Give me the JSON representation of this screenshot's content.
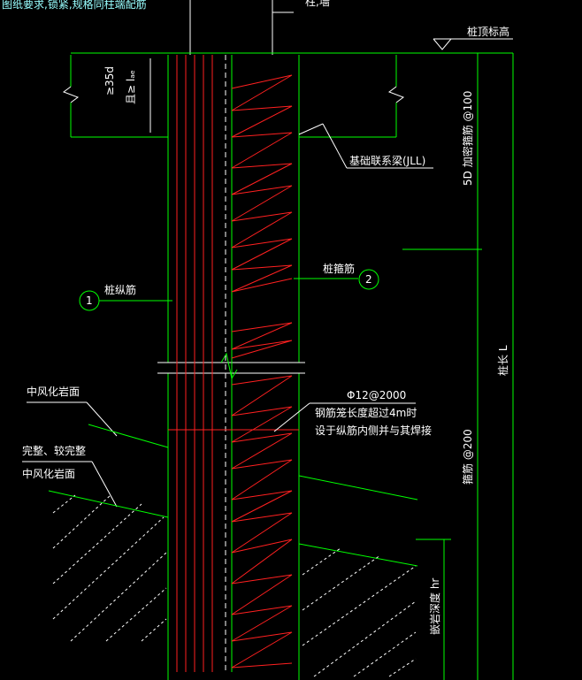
{
  "labels": {
    "top_note": "图纸要求,锁紧,规格同柱端配筋",
    "column_label": "柱,墙",
    "pile_top_elev": "桩顶标高",
    "beam_label": "基础联系梁(JLL)",
    "pile_long_rebar": "桩纵筋",
    "pile_hoop_rebar": "桩箍筋",
    "marker_1": "1",
    "marker_2": "2",
    "stiffener_spec": "Φ12@2000",
    "stiffener_note_1": "钢筋笼长度超过4m时",
    "stiffener_note_2": "设于纵筋内侧并与其焊接",
    "rock_layer_1": "中风化岩面",
    "rock_layer_2a": "完整、较完整",
    "rock_layer_2b": "中风化岩面",
    "dim_top_hoop": "5D 加密箍筋 @100",
    "dim_hoop_200": "箍筋 @200",
    "dim_pile_length": "桩长 L",
    "dim_embed": "嵌岩深度 hr",
    "anchor_1": "≥35d",
    "anchor_2": "且≥ lₐₑ"
  },
  "colors": {
    "line_green": "#00ff00",
    "line_white": "#ffffff",
    "rebar_red": "#ff2020",
    "background": "#000000"
  }
}
